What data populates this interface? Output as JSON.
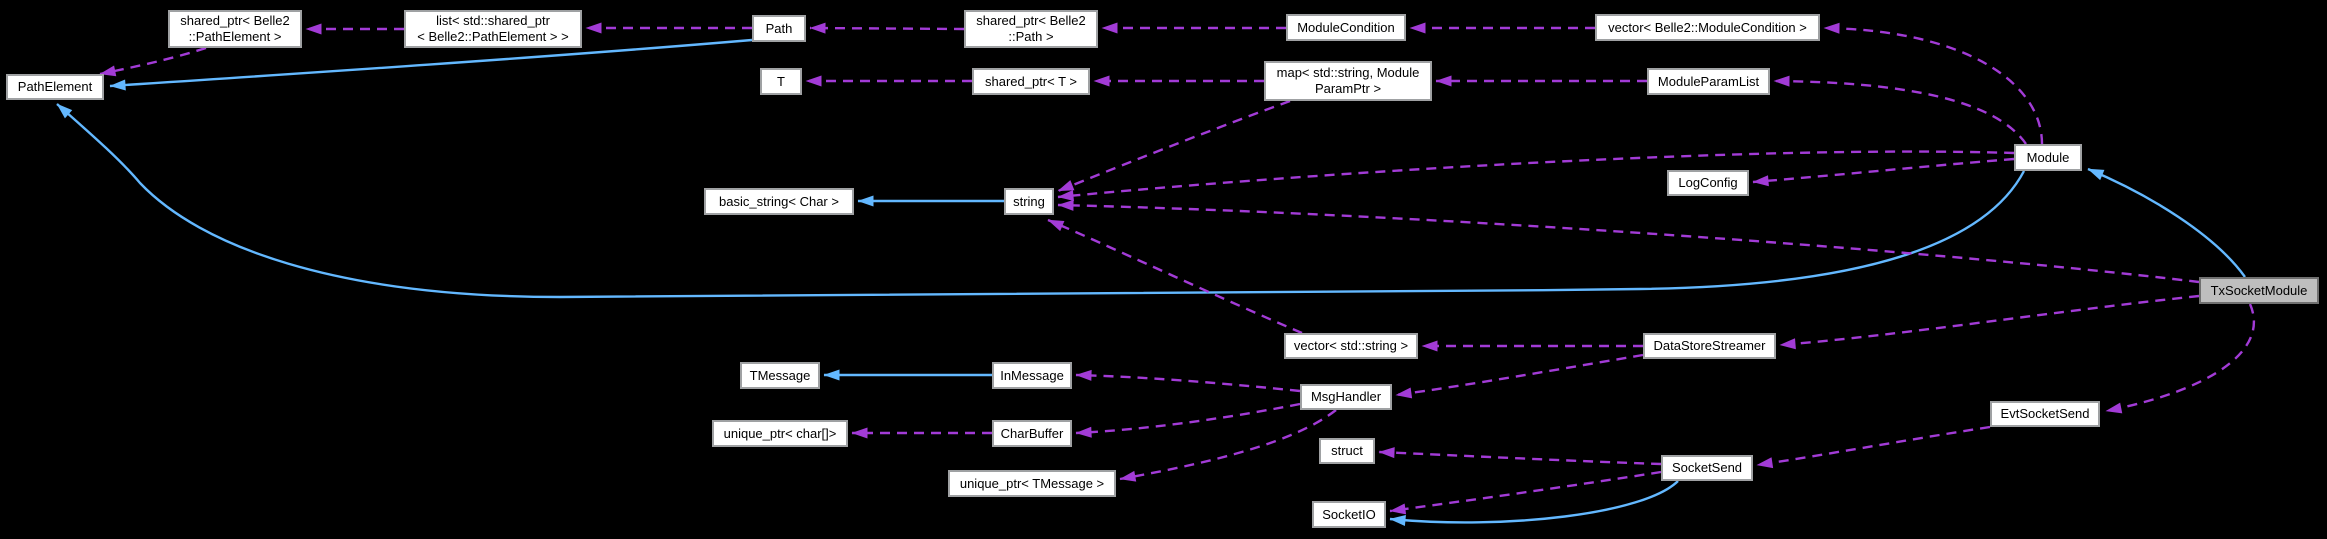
{
  "diagram": {
    "type": "class-collaboration-graph",
    "main_node_id": "tx-socket-module",
    "colors": {
      "background": "#000000",
      "usage_edge": "#a23bd6",
      "inheritance_edge": "#63b8ff",
      "node_fill": "#ffffff",
      "node_border": "#9fa1a3",
      "main_node_fill": "#bebebe",
      "main_node_border": "#707070",
      "text": "#000000"
    },
    "nodes": [
      {
        "id": "sp-pathelement",
        "label": "shared_ptr< Belle2\n::PathElement >"
      },
      {
        "id": "list-sp-pathelement",
        "label": "list< std::shared_ptr\n< Belle2::PathElement > >"
      },
      {
        "id": "path",
        "label": "Path"
      },
      {
        "id": "sp-path",
        "label": "shared_ptr< Belle2\n::Path >"
      },
      {
        "id": "module-condition",
        "label": "ModuleCondition"
      },
      {
        "id": "vec-module-condition",
        "label": "vector< Belle2::ModuleCondition >"
      },
      {
        "id": "path-element",
        "label": "PathElement"
      },
      {
        "id": "t",
        "label": "T"
      },
      {
        "id": "sp-t",
        "label": "shared_ptr< T >"
      },
      {
        "id": "map-module-param",
        "label": "map< std::string, Module\nParamPtr >"
      },
      {
        "id": "module-param-list",
        "label": "ModuleParamList"
      },
      {
        "id": "module",
        "label": "Module"
      },
      {
        "id": "log-config",
        "label": "LogConfig"
      },
      {
        "id": "basic-string",
        "label": "basic_string< Char >"
      },
      {
        "id": "string",
        "label": "string"
      },
      {
        "id": "tx-socket-module",
        "label": "TxSocketModule"
      },
      {
        "id": "vec-string",
        "label": "vector< std::string >"
      },
      {
        "id": "data-store-streamer",
        "label": "DataStoreStreamer"
      },
      {
        "id": "tmessage",
        "label": "TMessage"
      },
      {
        "id": "in-message",
        "label": "InMessage"
      },
      {
        "id": "msg-handler",
        "label": "MsgHandler"
      },
      {
        "id": "unique-ptr-char",
        "label": "unique_ptr< char[]>"
      },
      {
        "id": "char-buffer",
        "label": "CharBuffer"
      },
      {
        "id": "evt-socket-send",
        "label": "EvtSocketSend"
      },
      {
        "id": "struct",
        "label": "struct"
      },
      {
        "id": "unique-ptr-tmessage",
        "label": "unique_ptr< TMessage >"
      },
      {
        "id": "socket-send",
        "label": "SocketSend"
      },
      {
        "id": "socket-io",
        "label": "SocketIO"
      }
    ],
    "edges": [
      {
        "from": "list-sp-pathelement",
        "to": "sp-pathelement",
        "type": "usage"
      },
      {
        "from": "sp-pathelement",
        "to": "path-element",
        "type": "usage"
      },
      {
        "from": "sp-path",
        "to": "path",
        "type": "usage"
      },
      {
        "from": "module-condition",
        "to": "sp-path",
        "type": "usage"
      },
      {
        "from": "vec-module-condition",
        "to": "module-condition",
        "type": "usage"
      },
      {
        "from": "module",
        "to": "vec-module-condition",
        "type": "usage"
      },
      {
        "from": "sp-t",
        "to": "t",
        "type": "usage"
      },
      {
        "from": "map-module-param",
        "to": "sp-t",
        "type": "usage"
      },
      {
        "from": "module-param-list",
        "to": "map-module-param",
        "type": "usage"
      },
      {
        "from": "module",
        "to": "module-param-list",
        "type": "usage"
      },
      {
        "from": "module",
        "to": "log-config",
        "type": "usage"
      },
      {
        "from": "module",
        "to": "string",
        "type": "usage"
      },
      {
        "from": "map-module-param",
        "to": "string",
        "type": "usage"
      },
      {
        "from": "tx-socket-module",
        "to": "string",
        "type": "usage"
      },
      {
        "from": "vec-string",
        "to": "string",
        "type": "usage"
      },
      {
        "from": "tx-socket-module",
        "to": "data-store-streamer",
        "type": "usage"
      },
      {
        "from": "data-store-streamer",
        "to": "vec-string",
        "type": "usage"
      },
      {
        "from": "data-store-streamer",
        "to": "msg-handler",
        "type": "usage"
      },
      {
        "from": "msg-handler",
        "to": "in-message",
        "type": "usage"
      },
      {
        "from": "msg-handler",
        "to": "char-buffer",
        "type": "usage"
      },
      {
        "from": "msg-handler",
        "to": "unique-ptr-tmessage",
        "type": "usage"
      },
      {
        "from": "char-buffer",
        "to": "unique-ptr-char",
        "type": "usage"
      },
      {
        "from": "evt-socket-send",
        "to": "socket-send",
        "type": "usage"
      },
      {
        "from": "tx-socket-module",
        "to": "evt-socket-send",
        "type": "usage"
      },
      {
        "from": "socket-send",
        "to": "struct",
        "type": "usage"
      },
      {
        "from": "socket-send",
        "to": "socket-io",
        "type": "usage"
      },
      {
        "from": "path",
        "to": "list-sp-pathelement",
        "type": "usage"
      },
      {
        "from": "path",
        "to": "path-element",
        "type": "inheritance"
      },
      {
        "from": "string",
        "to": "basic-string",
        "type": "inheritance"
      },
      {
        "from": "in-message",
        "to": "tmessage",
        "type": "inheritance"
      },
      {
        "from": "tx-socket-module",
        "to": "module",
        "type": "inheritance"
      },
      {
        "from": "module",
        "to": "path-element",
        "type": "inheritance"
      },
      {
        "from": "socket-send",
        "to": "socket-io",
        "type": "inheritance"
      }
    ]
  }
}
